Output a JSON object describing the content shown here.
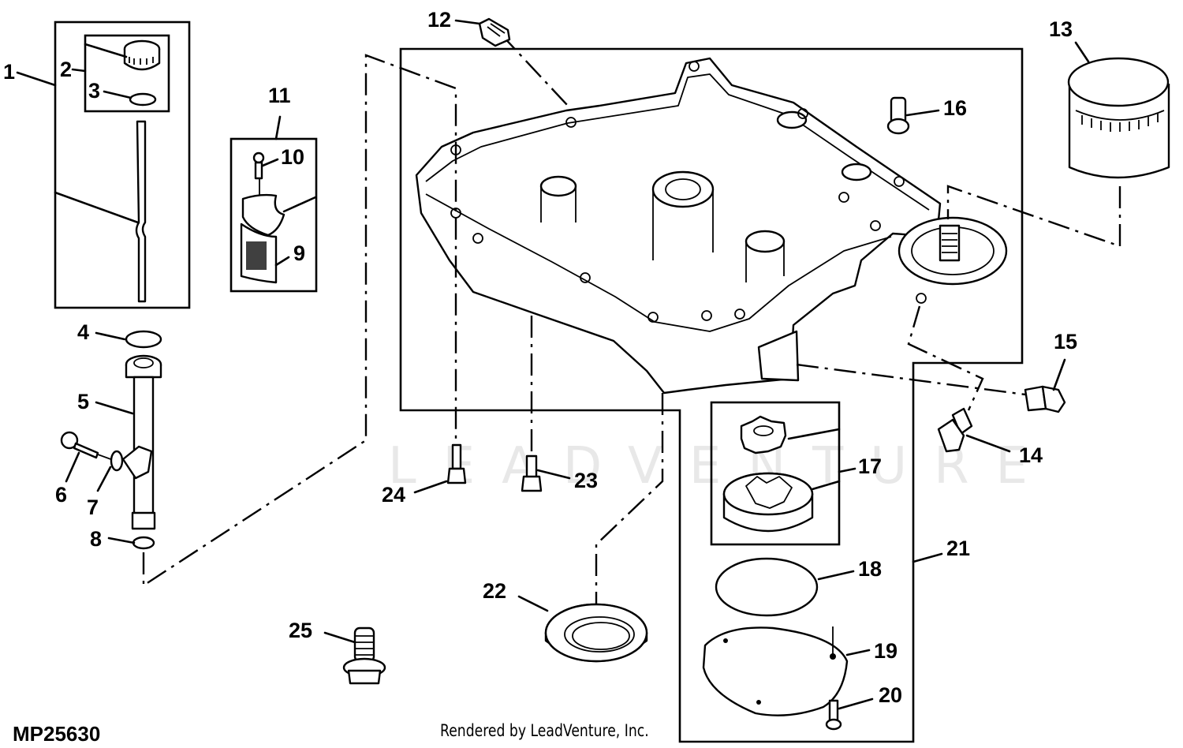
{
  "figure": {
    "id": "MP25630",
    "credit": "Rendered by LeadVenture, Inc.",
    "watermark": "LEADVENTURE",
    "description": "Exploded parts diagram: engine oil pan (sump), dipstick, oil fill tube, oil filter and oil pump components"
  },
  "callouts": [
    {
      "number": "1",
      "part": "dipstick-assembly"
    },
    {
      "number": "2",
      "part": "dipstick-cap"
    },
    {
      "number": "3",
      "part": "cap-o-ring"
    },
    {
      "number": "4",
      "part": "tube-o-ring-upper"
    },
    {
      "number": "5",
      "part": "oil-fill-tube"
    },
    {
      "number": "6",
      "part": "tube-bolt"
    },
    {
      "number": "7",
      "part": "tube-washer"
    },
    {
      "number": "8",
      "part": "tube-o-ring-lower"
    },
    {
      "number": "9",
      "part": "decal"
    },
    {
      "number": "10",
      "part": "decal-screw"
    },
    {
      "number": "11",
      "part": "decal-kit"
    },
    {
      "number": "12",
      "part": "breather-fitting"
    },
    {
      "number": "13",
      "part": "oil-filter"
    },
    {
      "number": "14",
      "part": "drain-plug"
    },
    {
      "number": "15",
      "part": "plug"
    },
    {
      "number": "16",
      "part": "dowel-pin"
    },
    {
      "number": "17",
      "part": "oil-pump-rotor-set"
    },
    {
      "number": "18",
      "part": "pump-o-ring"
    },
    {
      "number": "19",
      "part": "pump-cover"
    },
    {
      "number": "20",
      "part": "cover-screw"
    },
    {
      "number": "21",
      "part": "oil-pump-kit"
    },
    {
      "number": "22",
      "part": "oil-seal"
    },
    {
      "number": "23",
      "part": "pan-bolt-short"
    },
    {
      "number": "24",
      "part": "pan-bolt-long"
    },
    {
      "number": "25",
      "part": "flange-bolt"
    }
  ]
}
